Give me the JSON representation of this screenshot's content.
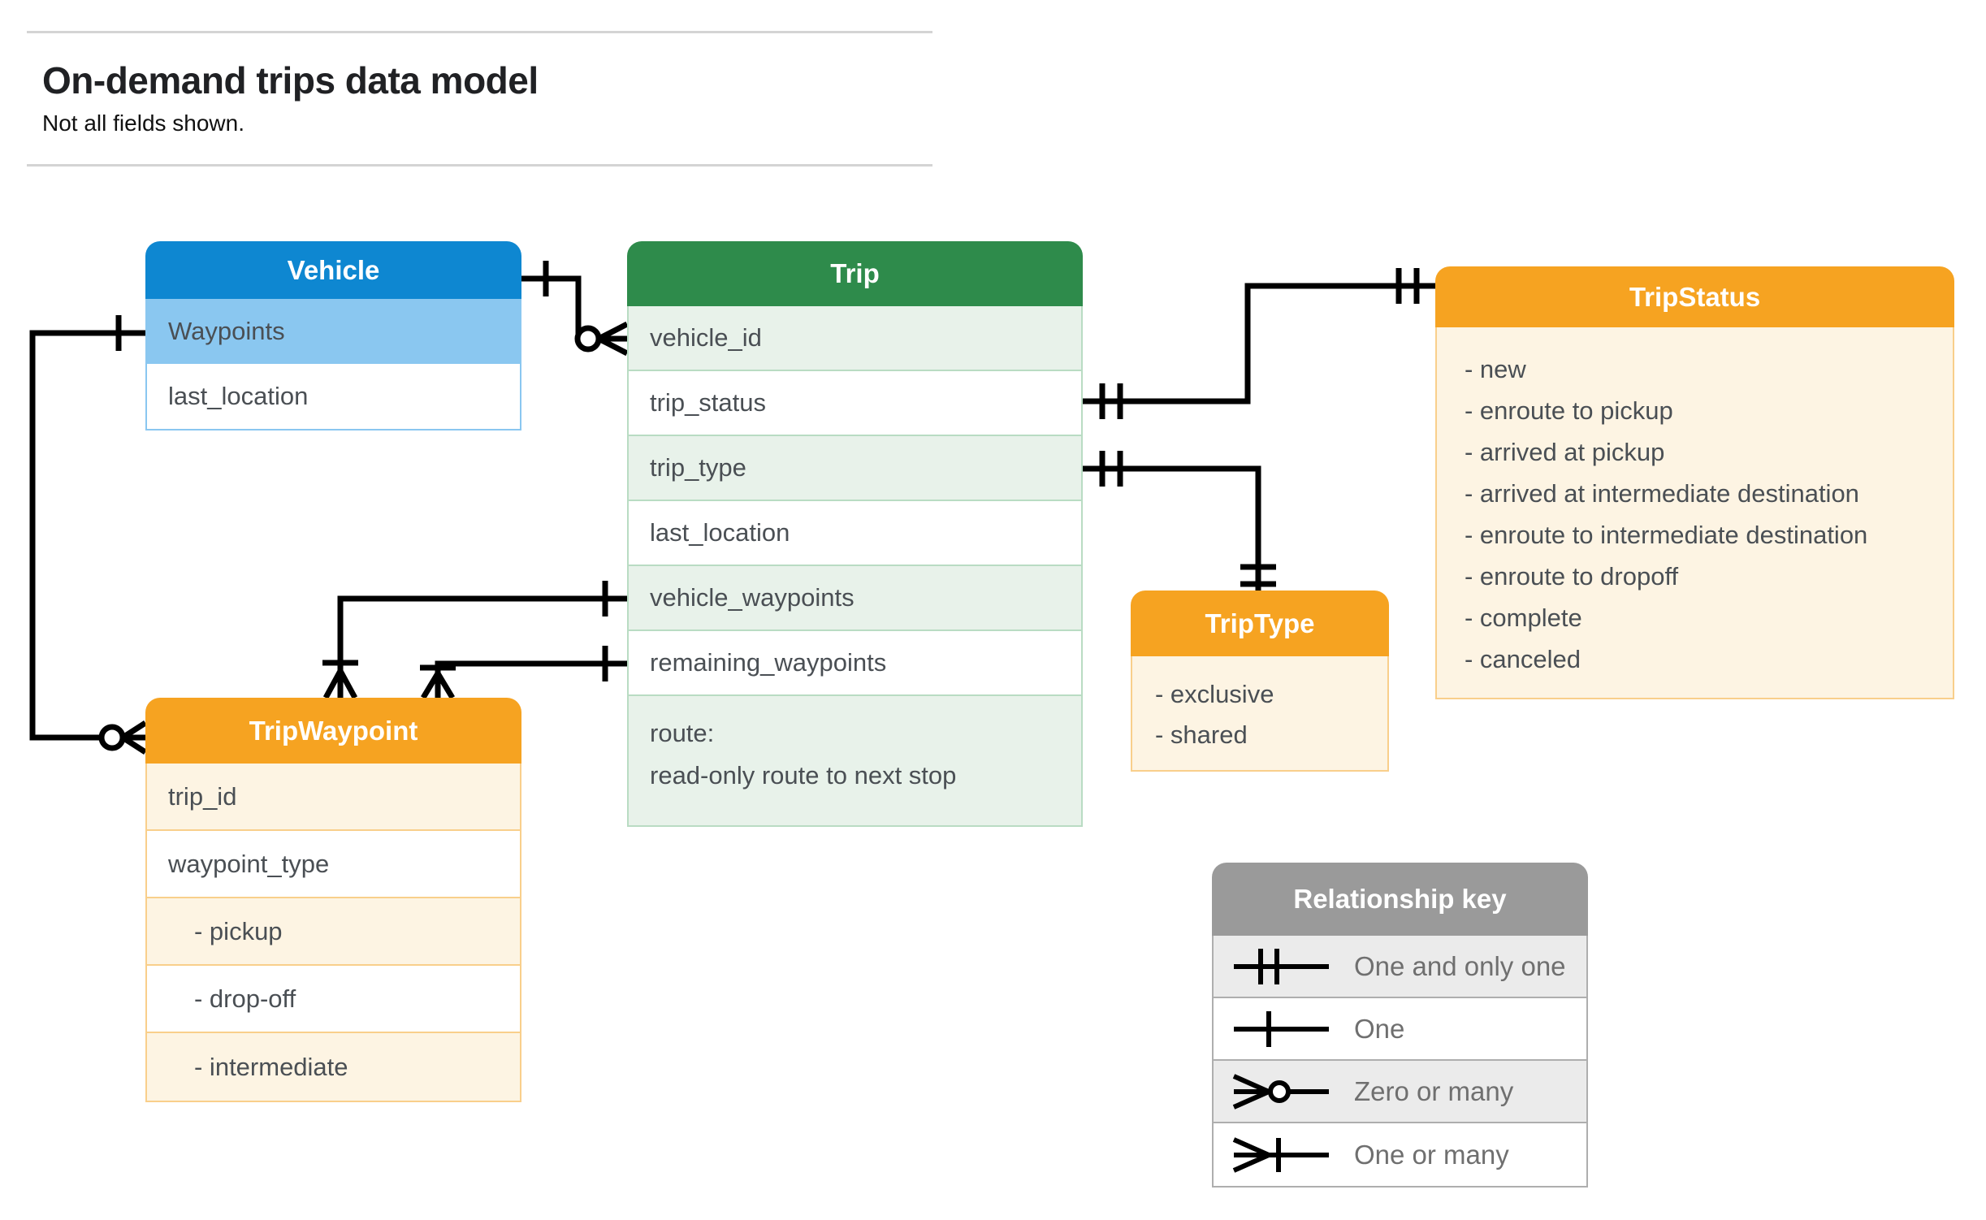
{
  "page": {
    "title": "On-demand trips data model",
    "subtitle": "Not all fields shown."
  },
  "entities": {
    "vehicle": {
      "title": "Vehicle",
      "fields": [
        "Waypoints",
        "last_location"
      ]
    },
    "trip": {
      "title": "Trip",
      "fields": [
        "vehicle_id",
        "trip_status",
        "trip_type",
        "last_location",
        "vehicle_waypoints",
        "remaining_waypoints"
      ],
      "route_label": "route:",
      "route_desc": "read-only route to next stop"
    },
    "trip_status": {
      "title": "TripStatus",
      "values": [
        "- new",
        "- enroute to pickup",
        "- arrived at pickup",
        "- arrived at intermediate destination",
        "- enroute to intermediate destination",
        "- enroute to dropoff",
        "- complete",
        "- canceled"
      ]
    },
    "trip_type": {
      "title": "TripType",
      "values": [
        "- exclusive",
        "- shared"
      ]
    },
    "trip_waypoint": {
      "title": "TripWaypoint",
      "fields": [
        "trip_id",
        "waypoint_type"
      ],
      "values": [
        "- pickup",
        "- drop-off",
        "- intermediate"
      ]
    }
  },
  "legend": {
    "title": "Relationship key",
    "items": [
      {
        "symbol": "one-and-only-one",
        "label": "One and only one"
      },
      {
        "symbol": "one",
        "label": "One"
      },
      {
        "symbol": "zero-or-many",
        "label": "Zero or many"
      },
      {
        "symbol": "one-or-many",
        "label": "One or many"
      }
    ]
  },
  "colors": {
    "blue": "#0e87d1",
    "blueLight": "#8ac7f0",
    "green": "#2e8b4b",
    "greenLight": "#e8f2ea",
    "greenBorder": "#b9dcc3",
    "orange": "#f6a321",
    "cream": "#fdf4e3",
    "orangeBorder": "#f9cf8b",
    "gray": "#9a9a9a",
    "grayLight": "#ebebeb",
    "grayBorder": "#aeaeae",
    "rule": "#d4d4d4",
    "line": "#000000",
    "fieldText": "#4a4f54",
    "legendText": "#6f6f6f",
    "titleText": "#202124"
  }
}
